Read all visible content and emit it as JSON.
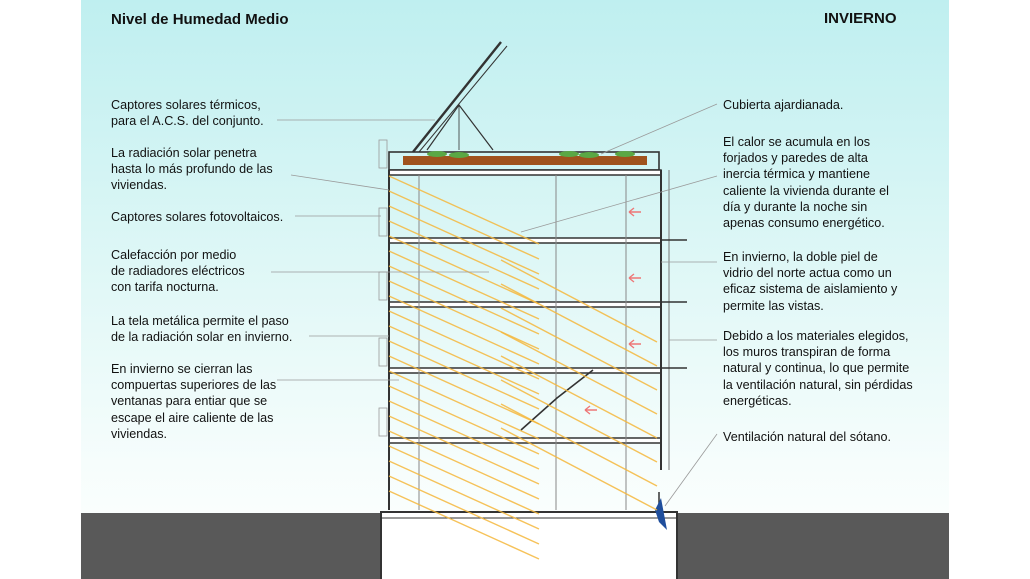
{
  "header": {
    "title": "Nivel de Humedad Medio",
    "season": "INVIERNO"
  },
  "labels_left": [
    "Captores solares térmicos,\npara el A.C.S. del conjunto.",
    "La radiación solar penetra\nhasta lo más profundo de las\nviviendas.",
    "Captores solares fotovoltaicos.",
    "Calefacción por medio\nde radiadores eléctricos\ncon tarifa nocturna.",
    "La tela metálica permite el paso\nde la radiación solar en invierno.",
    "En invierno se cierran las\ncompuertas superiores de las\nventanas para entiar que se\nescape el aire caliente de las\nviviendas."
  ],
  "labels_right": [
    "Cubierta ajardianada.",
    "El calor se acumula en los\nforjados y paredes de alta\ninercia térmica y mantiene\ncaliente la vivienda durante el\ndía y durante la noche sin\napenas consumo energético.",
    "En invierno, la doble piel de\nvidrio del norte actua como un\neficaz sistema de aislamiento y\npermite las vistas.",
    "Debido a los materiales elegidos,\nlos muros transpiran de forma\nnatural y continua, lo que permite\nla ventilación natural, sin pérdidas\nenergéticas.",
    "Ventilación natural del sótano."
  ],
  "colors": {
    "sky_top": "#bfeff0",
    "ground": "#595959",
    "sun_rays": "#f5b83d",
    "heat_arrows": "#ee7777",
    "roof_garden": "#a0521d",
    "plants": "#5aa845",
    "ventilation_arrow": "#1f4e9c",
    "structure": "#333333"
  }
}
